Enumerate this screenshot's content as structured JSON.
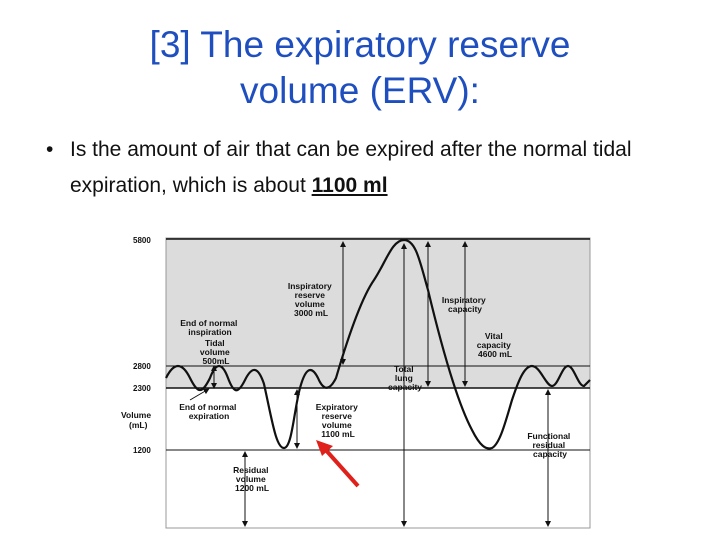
{
  "slide": {
    "title_line1": "[3] The expiratory reserve",
    "title_line2": "volume (ERV):",
    "bullet_symbol": "•",
    "bullet_text_1": "Is the amount of air that can be expired after the normal tidal expiration, which is about ",
    "bullet_emphasis": "1100 ml"
  },
  "diagram": {
    "y_axis_label_1": "Volume",
    "y_axis_label_2": "(mL)",
    "ticks": [
      "5800",
      "2800",
      "2300",
      "1200"
    ],
    "labels": {
      "irv": [
        "Inspiratory",
        "reserve",
        "volume",
        "3000 mL"
      ],
      "ic": [
        "Inspiratory",
        "capacity"
      ],
      "end_insp": [
        "End of normal",
        "inspiration"
      ],
      "tidal": [
        "Tidal",
        "volume",
        "500mL"
      ],
      "vc": [
        "Vital",
        "capacity",
        "4600 mL"
      ],
      "tlc": [
        "Total",
        "lung",
        "capacity"
      ],
      "end_exp": [
        "End of normal",
        "expiration"
      ],
      "erv": [
        "Expiratory",
        "reserve",
        "volume",
        "1100 mL"
      ],
      "frc": [
        "Functional",
        "residual",
        "capacity"
      ],
      "rv": [
        "Residual",
        "volume",
        "1200 mL"
      ]
    },
    "colors": {
      "upper_band": "#dcdcdc",
      "arrow_highlight": "#e0201a",
      "trace": "#111111"
    }
  }
}
